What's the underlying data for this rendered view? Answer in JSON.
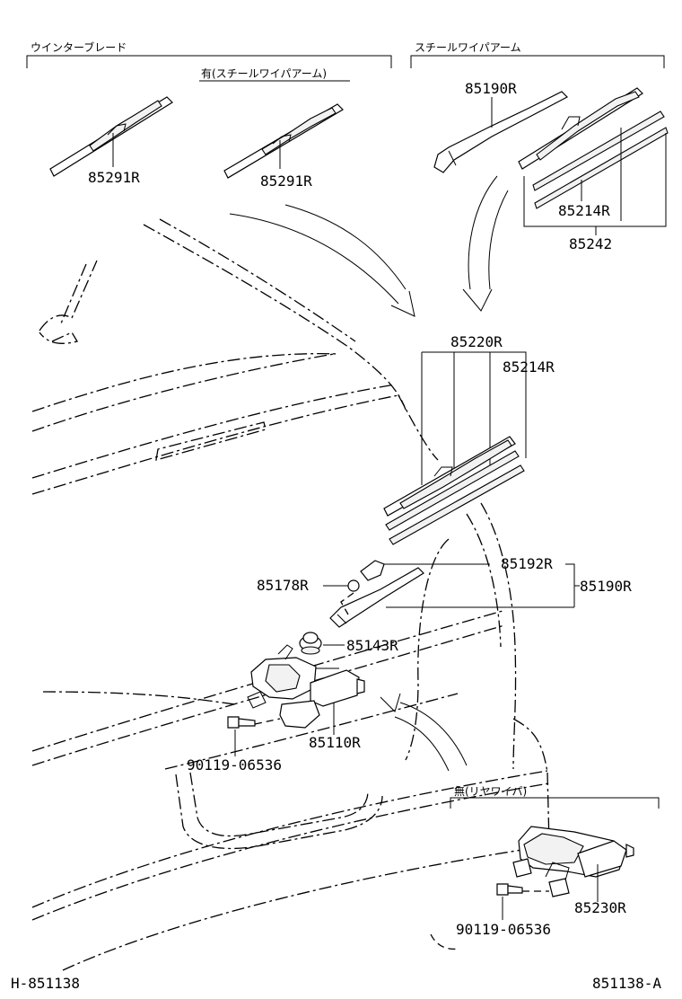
{
  "headers": {
    "wiper_blade": "ウインターブレード",
    "with_steel_arm": "有(スチールワイパアーム)",
    "steel_wiper_arm": "スチールワイパアーム",
    "without_rear_wiper": "無(リヤワイパ)"
  },
  "parts": {
    "p85291r_a": "85291R",
    "p85291r_b": "85291R",
    "p85190r_top": "85190R",
    "p85214r_top": "85214R",
    "p85242": "85242",
    "p85220r": "85220R",
    "p85214r": "85214R",
    "p85192r": "85192R",
    "p85190r": "85190R",
    "p85178r": "85178R",
    "p85143r": "85143R",
    "p85110r": "85110R",
    "p90119_a": "90119-06536",
    "p85230r": "85230R",
    "p90119_b": "90119-06536"
  },
  "footer": {
    "left_code": "H-851138",
    "right_code": "851138-A"
  }
}
